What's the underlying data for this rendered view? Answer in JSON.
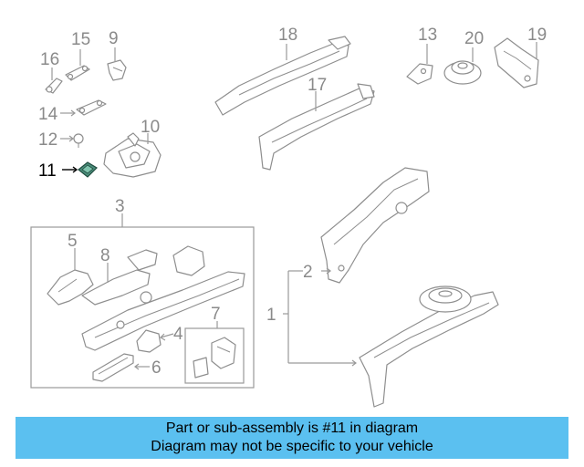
{
  "callouts": {
    "c1": "1",
    "c2": "2",
    "c3": "3",
    "c4": "4",
    "c5": "5",
    "c6": "6",
    "c7": "7",
    "c8": "8",
    "c9": "9",
    "c10": "10",
    "c11": "11",
    "c12": "12",
    "c13": "13",
    "c14": "14",
    "c15": "15",
    "c16": "16",
    "c17": "17",
    "c18": "18",
    "c19": "19",
    "c20": "20"
  },
  "highlighted_part": "11",
  "banner": {
    "line1": "Part or sub-assembly is #11 in diagram",
    "line2": "Diagram may not be specific to your vehicle",
    "background": "#5bc0f0"
  },
  "colors": {
    "line_art": "#8e8e8e",
    "highlight_part": "#4a8d7a",
    "highlight_text": "#000000"
  }
}
